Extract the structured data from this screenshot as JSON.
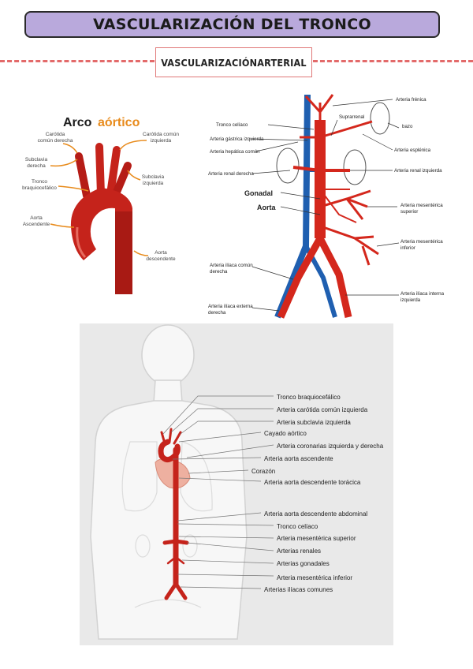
{
  "title": "VASCULARIZACIÓN DEL TRONCO",
  "subtitle": "VASCULARIZACIÓNARTERIAL",
  "arch": {
    "heading_a": "Arco",
    "heading_b": "aórtico",
    "labels": {
      "carotida_der": [
        "Carótida",
        "común derecha"
      ],
      "carotida_izq": [
        "Carótida común",
        "izquierda"
      ],
      "subclavia_der": [
        "Subclavia",
        "derecha"
      ],
      "subclavia_izq": [
        "Subclavia",
        "izquierda"
      ],
      "tronco": [
        "Tronco",
        "braquiocefálico"
      ],
      "aorta_asc": [
        "Aorta",
        "Ascendente"
      ],
      "aorta_desc": [
        "Aorta",
        "descendente"
      ]
    }
  },
  "abdomen": {
    "labels": {
      "frenica": "Arteria frénica",
      "suprarrenal": "Suprarrenal",
      "tronco_celiaco": "Tronco celíaco",
      "bazo": "bazo",
      "gastrica": "Arteria gástrica izquierda",
      "hepatica": "Arteria hepática común",
      "esplenica": "Arteria esplénica",
      "renal_der": "Arteria renal derecha",
      "renal_izq": "Arteria renal izquierda",
      "gonadal": "Gonadal",
      "aorta": "Aorta",
      "mes_sup": [
        "Arteria mesentérica",
        "superior"
      ],
      "mes_inf": [
        "Arteria mesentérica",
        "inferior"
      ],
      "iliaca_comun": [
        "Arteria ilíaca común",
        "derecha"
      ],
      "iliaca_interna": [
        "Arteria ilíaca interna",
        "izquierda"
      ],
      "iliaca_externa": [
        "Arteria ilíaca externa",
        "derecha"
      ]
    }
  },
  "body": {
    "labels": [
      "Tronco braquiocefálico",
      "Arteria carótida común izquierda",
      "Arteria subclavia izquierda",
      "Cayado aórtico",
      "Arteria coronarias izquierda y derecha",
      "Arteria aorta ascendente",
      "Corazón",
      "Arteria aorta descendente torácica",
      "Arteria aorta descendente abdominal",
      "Tronco celíaco",
      "Arteria mesentérica superior",
      "Arterias renales",
      "Arterias gonadales",
      "Arteria mesentérica inferior",
      "Arterias ilíacas comunes"
    ]
  },
  "colors": {
    "artery": "#c5231b",
    "vein": "#1f5fb0",
    "accent": "#e88b1c",
    "title_bg": "#b9a9dc"
  }
}
